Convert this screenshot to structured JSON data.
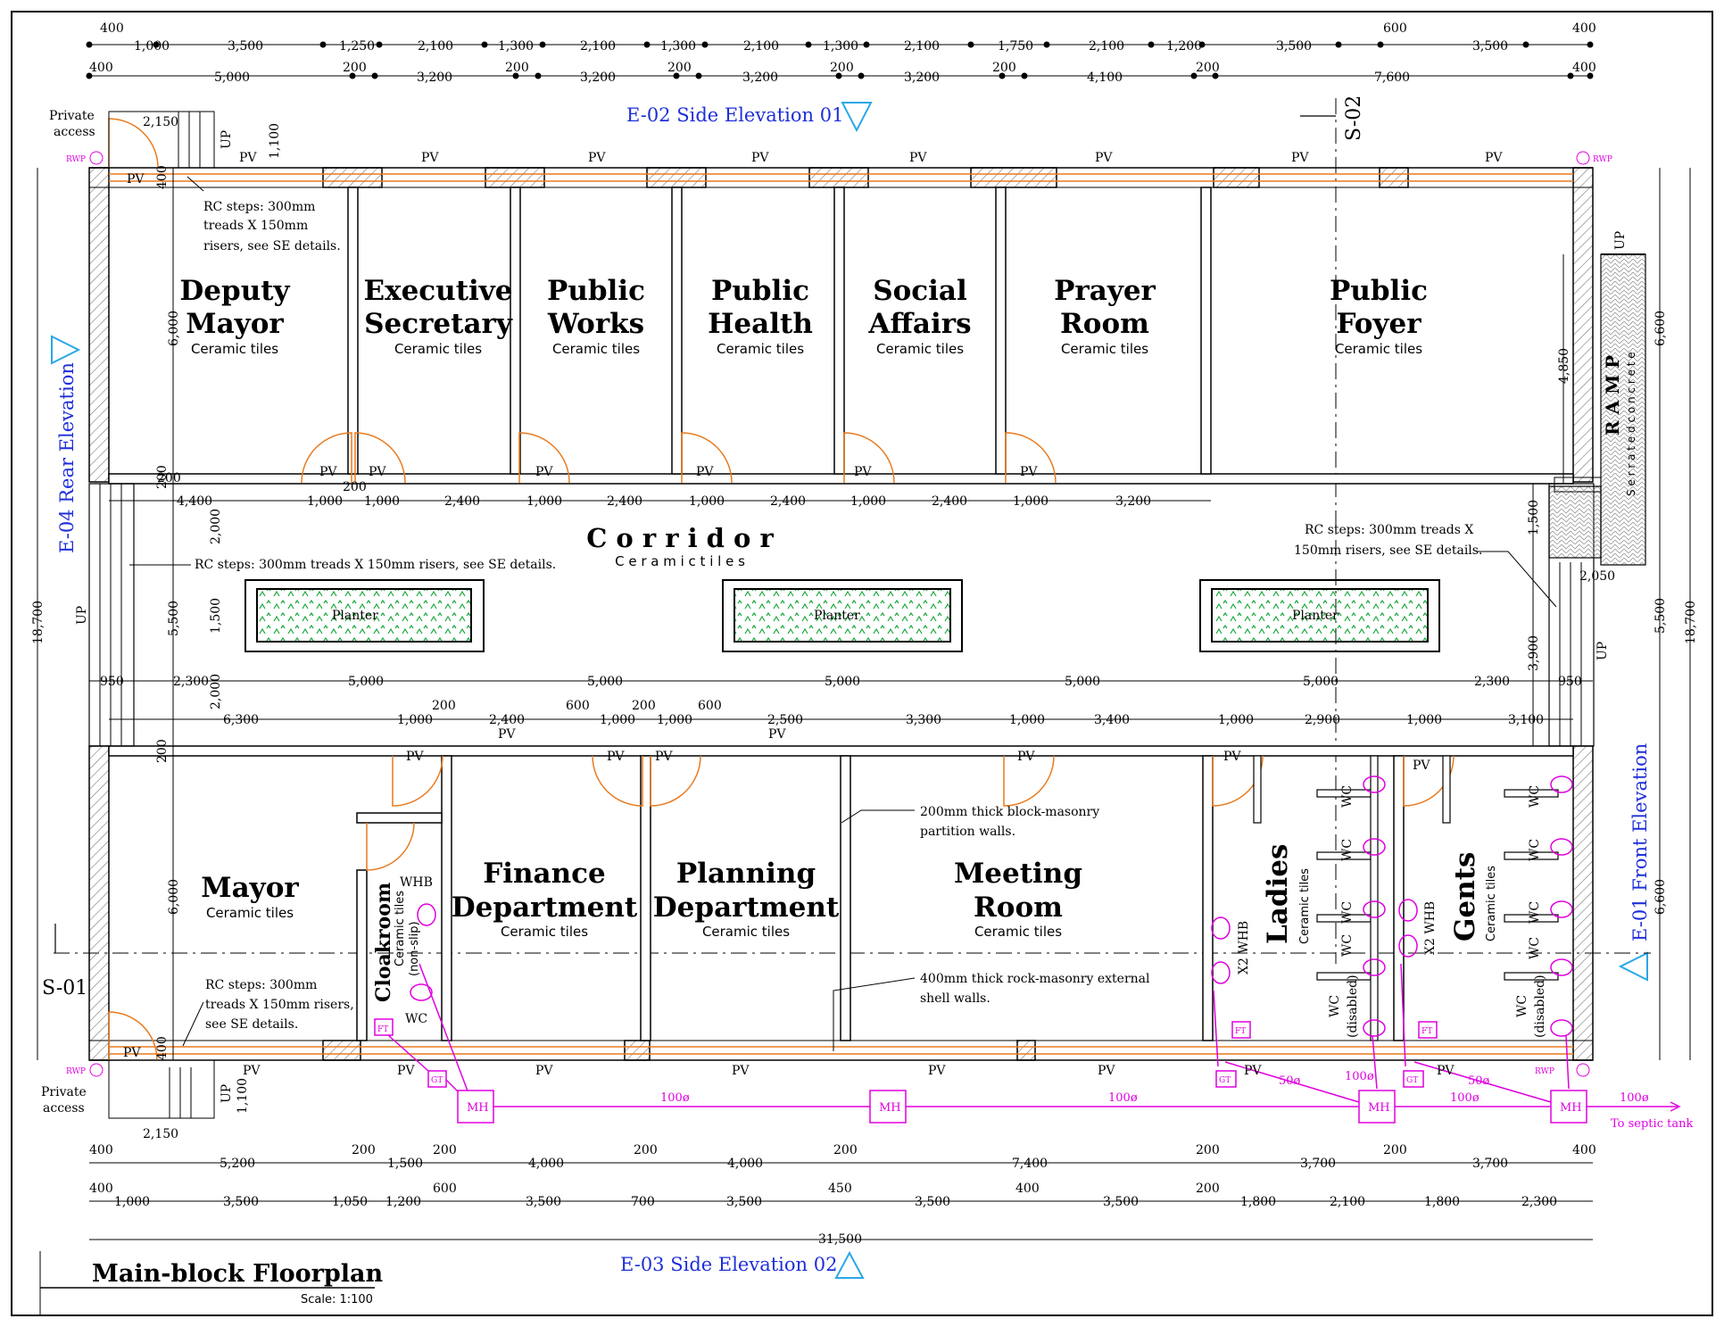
{
  "title": "Main-block Floorplan",
  "scale": "Scale: 1:100",
  "colors": {
    "wall": "#000000",
    "door": "#e87a1f",
    "plumbing": "#e000e0",
    "elevation": "#1f2fd8",
    "planter": "#18a83a"
  },
  "elevations": {
    "e02": "E-02 Side Elevation 01",
    "e03": "E-03 Side Elevation 02",
    "e04": "E-04 Rear Elevation",
    "e01": "E-01 Front Elevation"
  },
  "sections": {
    "s01": "S-01",
    "s02": "S-02"
  },
  "rooms": {
    "deputy_mayor_1": "Deputy",
    "deputy_mayor_2": "Mayor",
    "exec_1": "Executive",
    "exec_2": "Secretary",
    "pworks_1": "Public",
    "pworks_2": "Works",
    "phealth_1": "Public",
    "phealth_2": "Health",
    "social_1": "Social",
    "social_2": "Affairs",
    "prayer_1": "Prayer",
    "prayer_2": "Room",
    "foyer_1": "Public",
    "foyer_2": "Foyer",
    "corridor": "C o r r i d o r",
    "mayor": "Mayor",
    "cloakroom": "Cloakroom",
    "finance_1": "Finance",
    "finance_2": "Department",
    "planning_1": "Planning",
    "planning_2": "Department",
    "meeting_1": "Meeting",
    "meeting_2": "Room",
    "ladies": "Ladies",
    "gents": "Gents",
    "ramp": "R A M P"
  },
  "finishes": {
    "ceramic": "Ceramic tiles",
    "corridor": "C e r a m i c   t i l e s",
    "cloak_1": "Ceramic tiles",
    "cloak_2": "(non-slip)",
    "ramp": "S e r r a t e d   c o n c r e t e"
  },
  "planters": [
    "Planter",
    "Planter",
    "Planter"
  ],
  "labels": {
    "private_access": "Private",
    "access": "access",
    "up": "UP",
    "pv": "PV",
    "rwp": "RWP",
    "wc": "WC",
    "whb": "WHB",
    "x2whb": "X2 WHB",
    "disabled": "(disabled)",
    "mh": "MH",
    "gt": "GT",
    "ft": "FT",
    "septic": "To septic tank",
    "pipe100": "100ø",
    "pipe50": "50ø"
  },
  "notes": {
    "rc_steps_a1": "RC steps: 300mm",
    "rc_steps_a2": "treads X 150mm",
    "rc_steps_a3": "risers, see SE details.",
    "rc_steps_b": "RC steps: 300mm treads X 150mm risers, see SE details.",
    "rc_steps_c1": "RC steps: 300mm treads X",
    "rc_steps_c2": "150mm risers, see SE details.",
    "rc_steps_d1": "RC steps: 300mm",
    "rc_steps_d2": "treads X 150mm risers,",
    "rc_steps_d3": "see SE details.",
    "partition_1": "200mm thick block-masonry",
    "partition_2": "partition walls.",
    "external_1": "400mm thick rock-masonry external",
    "external_2": "shell walls."
  },
  "dims": {
    "top1": [
      "400",
      "1,000",
      "3,500",
      "1,250",
      "2,100",
      "1,300",
      "2,100",
      "1,300",
      "2,100",
      "1,300",
      "2,100",
      "1,750",
      "2,100",
      "1,200",
      "3,500",
      "600",
      "3,500",
      "400"
    ],
    "top2": [
      "400",
      "5,000",
      "200",
      "3,200",
      "200",
      "3,200",
      "200",
      "3,200",
      "200",
      "3,200",
      "200",
      "4,100",
      "200",
      "7,600",
      "400"
    ],
    "upper_row": [
      "4,400",
      "1,000",
      "1,000",
      "2,400",
      "1,000",
      "2,400",
      "1,000",
      "2,400",
      "1,000",
      "2,400",
      "1,000",
      "3,200",
      "200",
      "200"
    ],
    "mid_row": [
      "950",
      "2,300",
      "5,000",
      "5,000",
      "5,000",
      "5,000",
      "5,000",
      "2,300",
      "950"
    ],
    "lower_row": [
      "6,300",
      "1,000",
      "200",
      "2,400",
      "600",
      "1,000",
      "200",
      "600",
      "1,000",
      "2,500",
      "3,300",
      "1,000",
      "3,400",
      "1,000",
      "2,900",
      "1,000",
      "3,100"
    ],
    "bottom1": [
      "400",
      "5,200",
      "200",
      "1,500",
      "200",
      "4,000",
      "200",
      "4,000",
      "200",
      "7,400",
      "200",
      "3,700",
      "200",
      "3,700",
      "400"
    ],
    "bottom2": [
      "400",
      "1,000",
      "3,500",
      "1,050",
      "1,200",
      "600",
      "3,500",
      "700",
      "3,500",
      "450",
      "3,500",
      "400",
      "3,500",
      "200",
      "1,800",
      "2,100",
      "1,800",
      "2,300"
    ],
    "overall": "31,500",
    "left_overall": "18,700",
    "right_overall": "18,700",
    "left_6000a": "6,000",
    "left_5500": "5,500",
    "left_6000b": "6,000",
    "left_2000a": "2,000",
    "left_1500": "1,500",
    "left_2000b": "2,000",
    "left_200a": "200",
    "left_200b": "200",
    "left_400a": "400",
    "left_400b": "400",
    "stair_2150a": "2,150",
    "stair_2150b": "2,150",
    "stair_1100a": "1,100",
    "stair_1100b": "1,100",
    "right_6600a": "6,600",
    "right_5500": "5,500",
    "right_6600b": "6,600",
    "ramp_4850": "4,850",
    "ramp_1500": "1,500",
    "ramp_2050": "2,050",
    "ramp_3900": "3,900"
  }
}
